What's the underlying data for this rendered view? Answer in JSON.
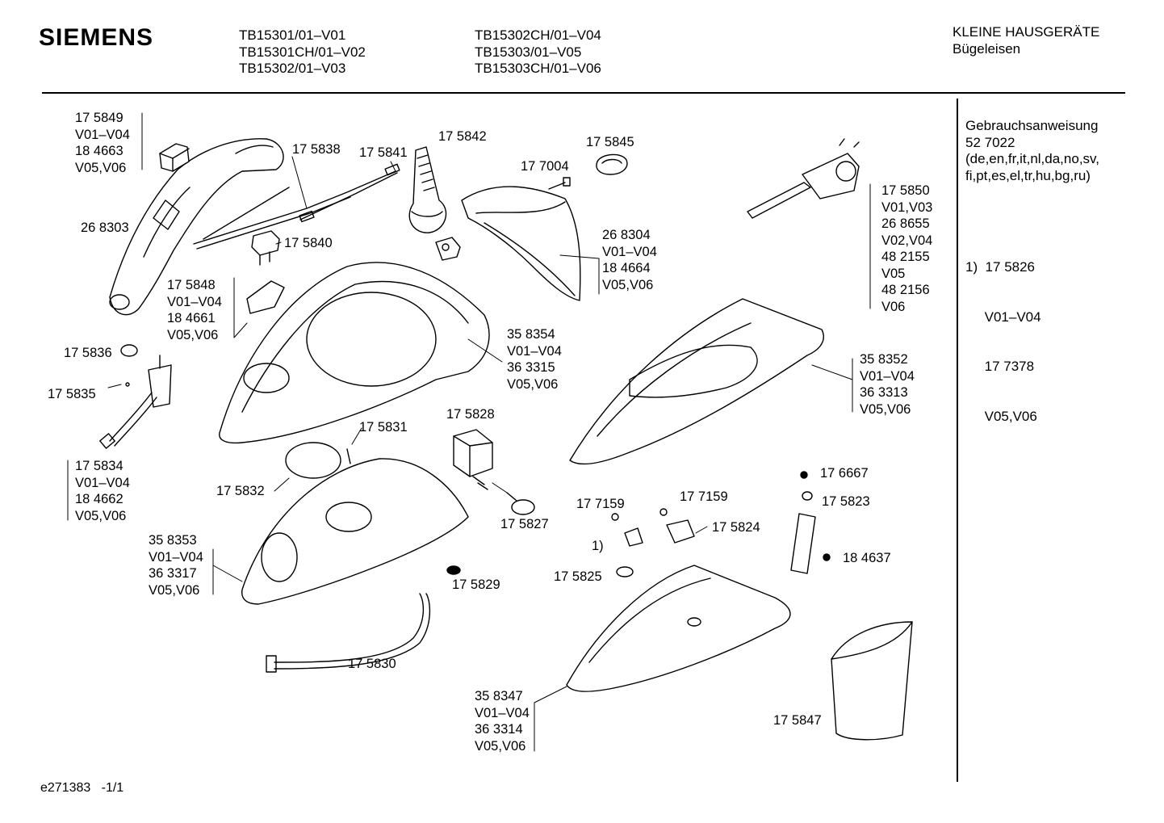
{
  "header": {
    "brand": "SIEMENS",
    "models_col1": [
      "TB15301/01–V01",
      "TB15301CH/01–V02",
      "TB15302/01–V03"
    ],
    "models_col2": [
      "TB15302CH/01–V04",
      "TB15303/01–V05",
      "TB15303CH/01–V06"
    ],
    "category": "KLEINE HAUSGERÄTE",
    "product": "Bügeleisen"
  },
  "sidebar": {
    "manual": [
      "Gebrauchsanweisung",
      "52 7022",
      "(de,en,fr,it,nl,da,no,sv,",
      "fi,pt,es,el,tr,hu,bg,ru)"
    ],
    "note": [
      "1)  17 5826",
      "     V01–V04",
      "     17 7378",
      "     V05,V06"
    ]
  },
  "labels": {
    "p175849": [
      "17 5849",
      "V01–V04",
      "18 4663",
      "V05,V06"
    ],
    "p268303": [
      "26 8303"
    ],
    "p175838": [
      "17 5838"
    ],
    "p175841": [
      "17 5841"
    ],
    "p175842": [
      "17 5842"
    ],
    "p175845": [
      "17 5845"
    ],
    "p177004": [
      "17 7004"
    ],
    "p175840": [
      "17 5840"
    ],
    "p268304": [
      "26 8304",
      "V01–V04",
      "18 4664",
      "V05,V06"
    ],
    "p175850": [
      "17 5850",
      "V01,V03",
      "26 8655",
      "V02,V04",
      "48 2155",
      "V05",
      "48 2156",
      "V06"
    ],
    "p175848": [
      "17 5848",
      "V01–V04",
      "18 4661",
      "V05,V06"
    ],
    "p175836": [
      "17 5836"
    ],
    "p175835": [
      "17 5835"
    ],
    "p358354": [
      "35 8354",
      "V01–V04",
      "36 3315",
      "V05,V06"
    ],
    "p358352": [
      "35 8352",
      "V01–V04",
      "36 3313",
      "V05,V06"
    ],
    "p175831": [
      "17 5831"
    ],
    "p175828": [
      "17 5828"
    ],
    "p175834": [
      "17 5834",
      "V01–V04",
      "18 4662",
      "V05,V06"
    ],
    "p175832": [
      "17 5832"
    ],
    "p176667": [
      "17 6667"
    ],
    "p177159a": [
      "17 7159"
    ],
    "p177159b": [
      "17 7159"
    ],
    "p175823": [
      "17 5823"
    ],
    "p175827": [
      "17 5827"
    ],
    "p175824": [
      "17 5824"
    ],
    "p358353": [
      "35 8353",
      "V01–V04",
      "36 3317",
      "V05,V06"
    ],
    "pnote1": [
      "1)"
    ],
    "p184637": [
      "18 4637"
    ],
    "p175825": [
      "17 5825"
    ],
    "p175829": [
      "17 5829"
    ],
    "p175830": [
      "17 5830"
    ],
    "p358347": [
      "35 8347",
      "V01–V04",
      "36 3314",
      "V05,V06"
    ],
    "p175847": [
      "17 5847"
    ]
  },
  "footer": {
    "code": "e271383   -1/1"
  }
}
